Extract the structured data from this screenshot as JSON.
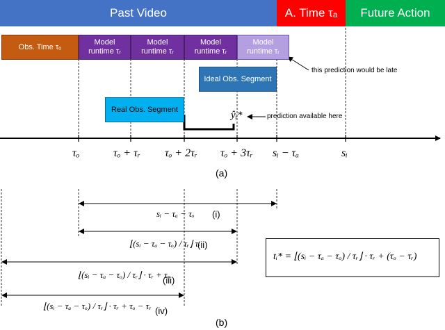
{
  "header": {
    "past_video": "Past Video",
    "anticipation_time": "A. Time τₐ",
    "future_action": "Future Action"
  },
  "boxes": {
    "obs_time": "Obs. Time τₒ",
    "model_runtime": "Model\nruntime τᵣ",
    "ideal_segment": "Ideal Obs. Segment",
    "real_segment": "Real Obs. Segment"
  },
  "annotations": {
    "late": "this prediction would be late",
    "available": "prediction available here",
    "prediction_symbol": "ŷᵢ*"
  },
  "ticks": [
    "τₒ",
    "τₒ + τᵣ",
    "τₒ + 2τᵣ",
    "τₒ + 3τᵣ",
    "sᵢ − τₐ",
    "sᵢ"
  ],
  "captions": {
    "a": "(a)",
    "b": "(b)"
  },
  "intervals": [
    {
      "label": "sᵢ − τₐ − τₒ",
      "roman": "(i)"
    },
    {
      "label": "⌊(sᵢ − τₐ − τₒ) / τᵣ⌋ τᵣ",
      "roman": "(ii)"
    },
    {
      "label": "⌊(sᵢ − τₐ − τₒ) / τᵣ⌋ · τᵣ + τₒ",
      "roman": "(iii)"
    },
    {
      "label": "⌊(sᵢ − τₐ − τₒ) / τᵣ⌋ · τᵣ + τₒ − τᵣ",
      "roman": "(iv)"
    }
  ],
  "equation": "tᵢ* = ⌊(sᵢ − τₐ − τₒ) / τᵣ⌋ · τᵣ + (τₒ − τᵣ)",
  "colors": {
    "past_video": "#4472c4",
    "anticipation": "#ff0000",
    "future": "#00b050",
    "obs_time": "#c55a11",
    "model": "#7030a0",
    "model_light": "#b4a0e0",
    "ideal": "#2e75b6",
    "real": "#00b0f0"
  }
}
